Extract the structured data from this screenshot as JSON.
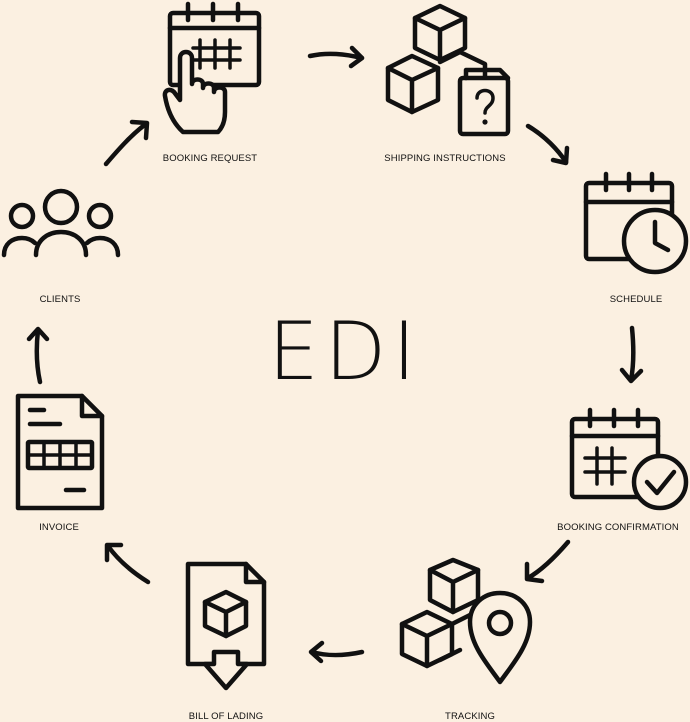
{
  "diagram": {
    "center_title": "EDI",
    "background_color": "#fbf0e1",
    "ink_color": "#111111",
    "nodes": [
      {
        "id": "booking-request",
        "label": "BOOKING REQUEST",
        "icon": "calendar-hand-icon"
      },
      {
        "id": "shipping-instructions",
        "label": "SHIPPING INSTRUCTIONS",
        "icon": "boxes-question-document-icon"
      },
      {
        "id": "schedule",
        "label": "SCHEDULE",
        "icon": "calendar-clock-icon"
      },
      {
        "id": "booking-confirmation",
        "label": "BOOKING CONFIRMATION",
        "icon": "calendar-check-icon"
      },
      {
        "id": "tracking",
        "label": "TRACKING",
        "icon": "boxes-location-pin-icon"
      },
      {
        "id": "bill-of-lading",
        "label": "BILL OF LADING",
        "icon": "document-box-download-icon"
      },
      {
        "id": "invoice",
        "label": "INVOICE",
        "icon": "invoice-document-icon"
      },
      {
        "id": "clients",
        "label": "CLIENTS",
        "icon": "people-group-icon"
      }
    ],
    "flow": [
      [
        "booking-request",
        "shipping-instructions"
      ],
      [
        "shipping-instructions",
        "schedule"
      ],
      [
        "schedule",
        "booking-confirmation"
      ],
      [
        "booking-confirmation",
        "tracking"
      ],
      [
        "tracking",
        "bill-of-lading"
      ],
      [
        "bill-of-lading",
        "invoice"
      ],
      [
        "invoice",
        "clients"
      ],
      [
        "clients",
        "booking-request"
      ]
    ]
  }
}
